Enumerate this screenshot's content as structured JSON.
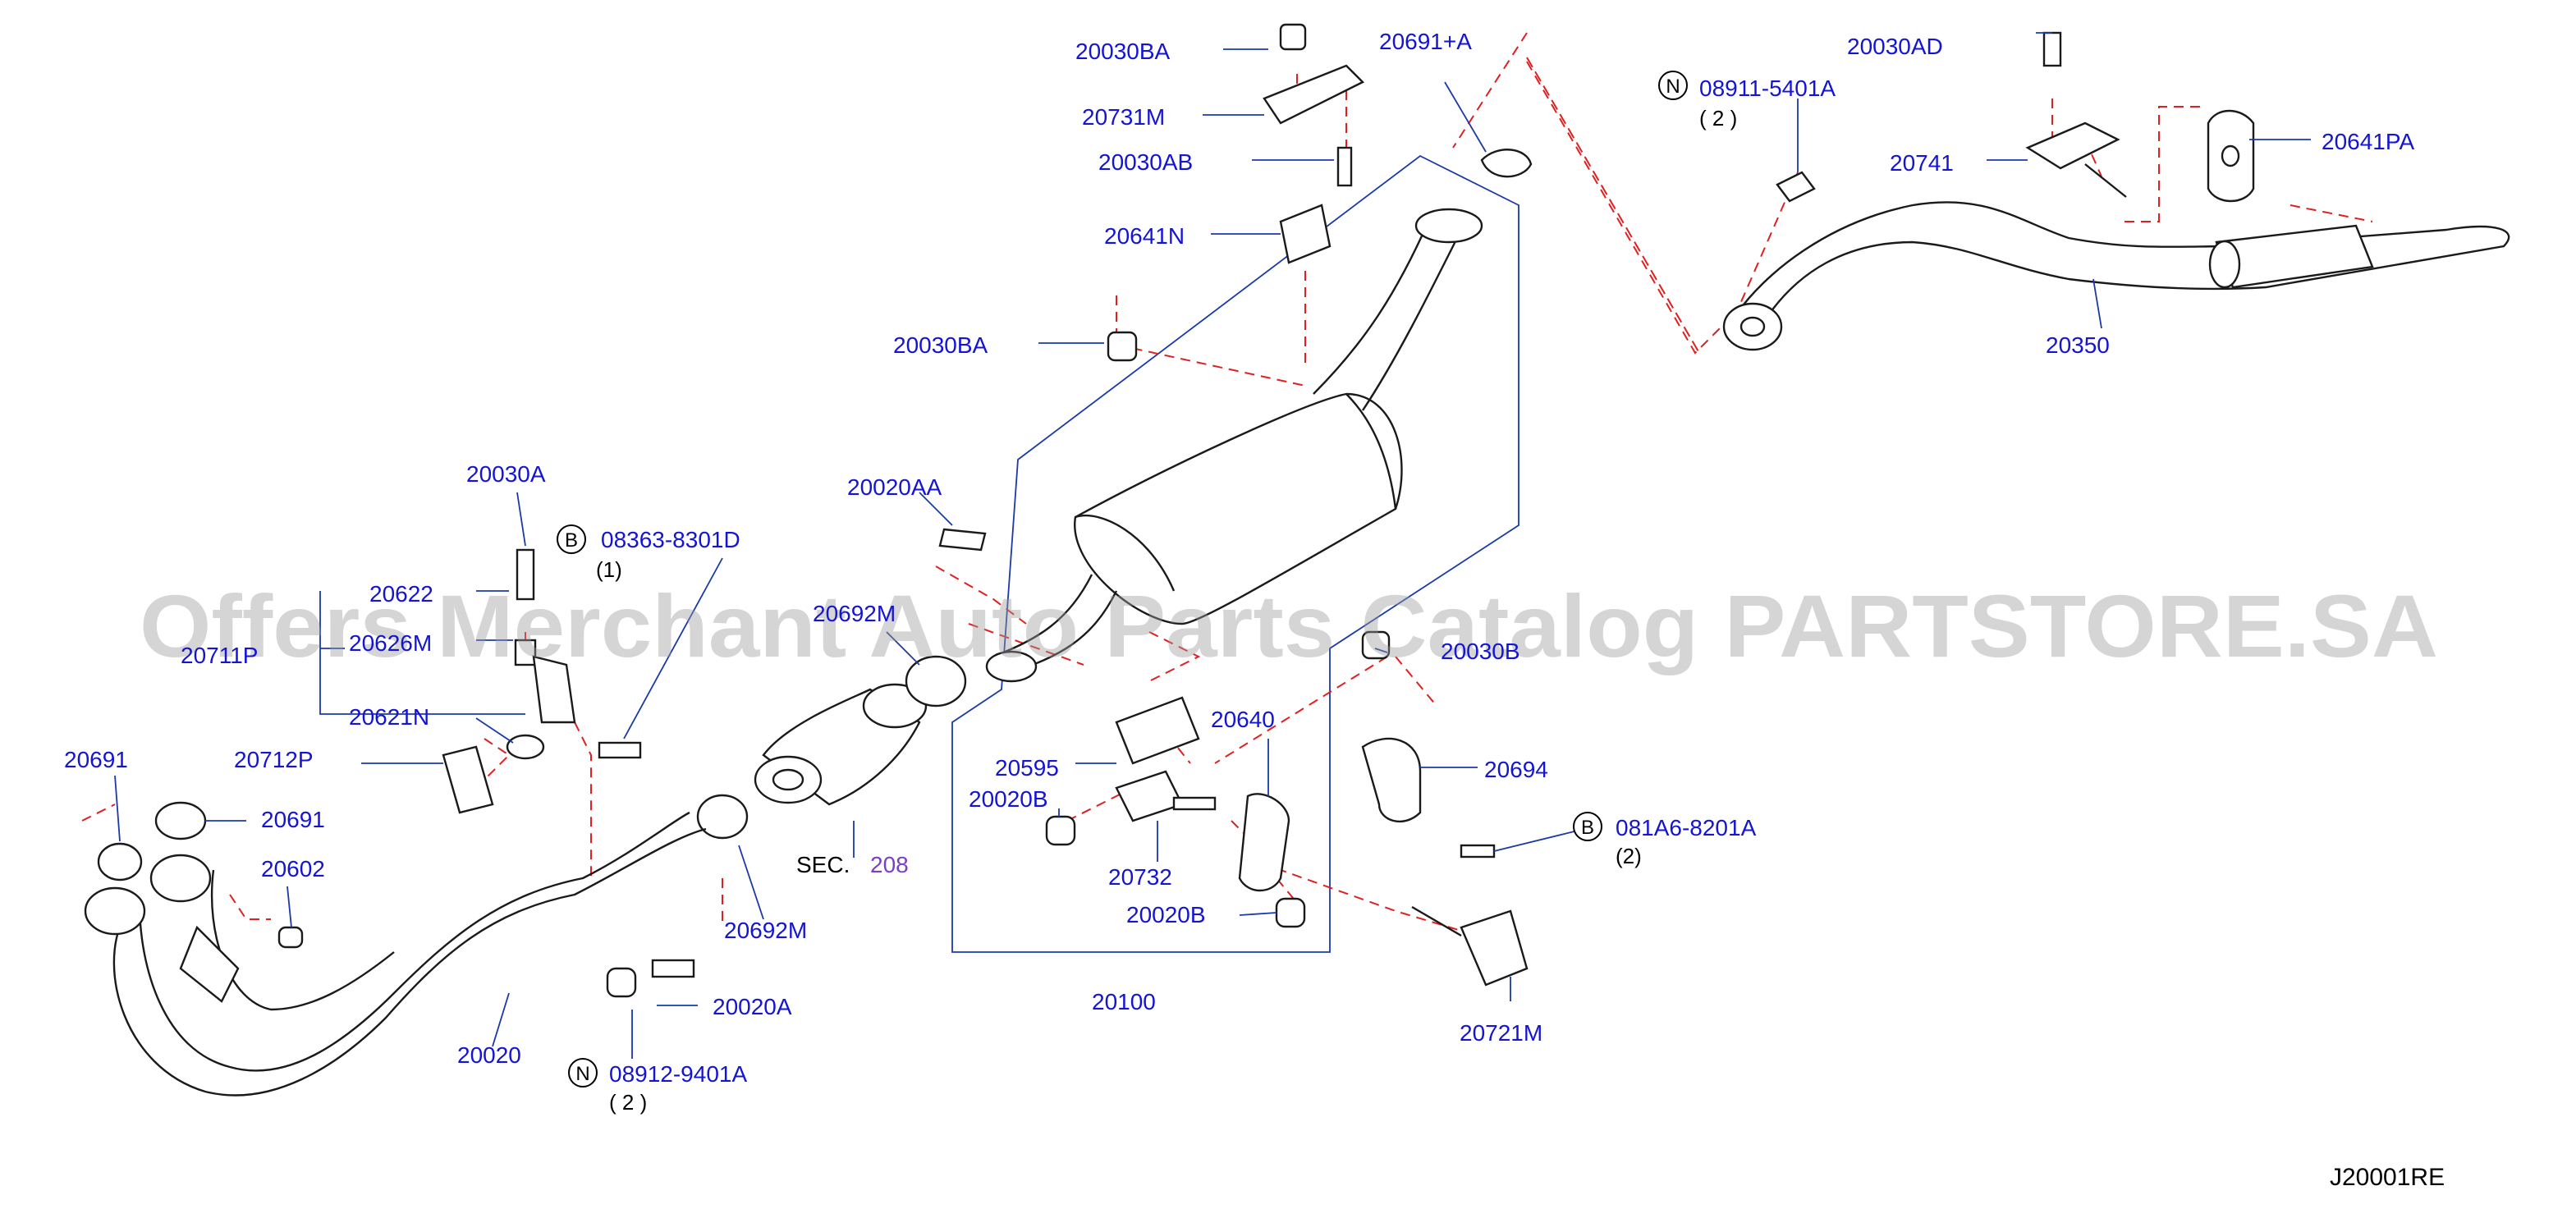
{
  "diagram_id": "J20001RE",
  "watermark": "Offers Merchant Auto Parts Catalog PARTSTORE.SA",
  "section_reference": {
    "prefix": "SEC.",
    "number": "208"
  },
  "fastener_codes": [
    {
      "code_letter": "B",
      "part": "08363-8301D",
      "qty": "(1)"
    },
    {
      "code_letter": "N",
      "part": "08911-5401A",
      "qty": "( 2 )"
    },
    {
      "code_letter": "B",
      "part": "081A6-8201A",
      "qty": "(2)"
    },
    {
      "code_letter": "N",
      "part": "08912-9401A",
      "qty": "( 2 )"
    }
  ],
  "labels": {
    "p20030BA_top": "20030BA",
    "p20691A": "20691+A",
    "p20030AD": "20030AD",
    "p20731M": "20731M",
    "p20030AB": "20030AB",
    "p20641N": "20641N",
    "p20641PA": "20641PA",
    "p20741": "20741",
    "p20030BA_mid": "20030BA",
    "p20350": "20350",
    "p20020AA": "20020AA",
    "p20030A": "20030A",
    "p20622": "20622",
    "p20626M": "20626M",
    "p20711P": "20711P",
    "p20692M_upper": "20692M",
    "p20030B": "20030B",
    "p20621N": "20621N",
    "p20640": "20640",
    "p20595": "20595",
    "p20694": "20694",
    "p20691_a": "20691",
    "p20712P": "20712P",
    "p20020B_upper": "20020B",
    "p20691_b": "20691",
    "p20732": "20732",
    "p20602": "20602",
    "p20020B_lower": "20020B",
    "p20692M_lower": "20692M",
    "p20721M": "20721M",
    "p20020A": "20020A",
    "p20100": "20100",
    "p20020": "20020"
  },
  "colors": {
    "label_blue": "#1414d4",
    "leader_blue": "#1a3aa8",
    "dash_red": "#e02020",
    "section_purple": "#7a3fc8",
    "line_black": "#1a1a1a",
    "watermark_grey": "#9a9a9a"
  }
}
